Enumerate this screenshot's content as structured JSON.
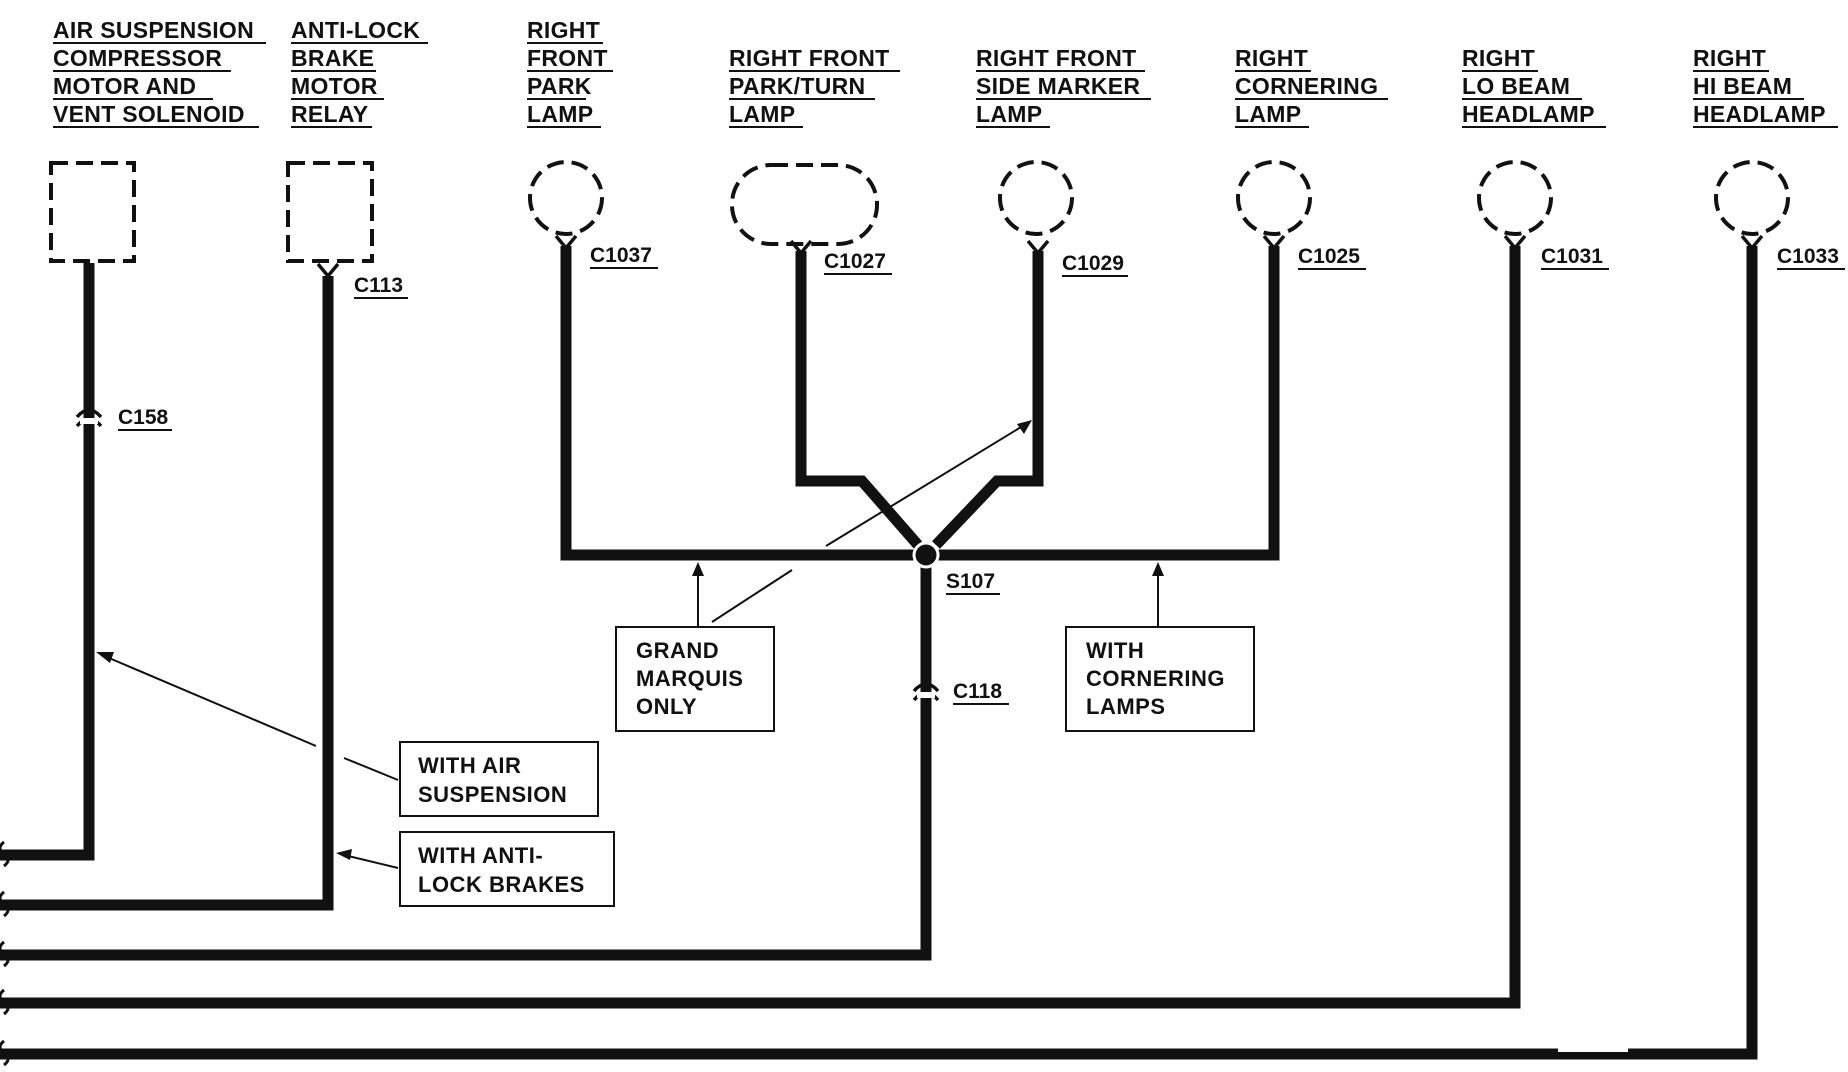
{
  "components": [
    {
      "id": "air-suspension",
      "lines": [
        "AIR SUSPENSION",
        "COMPRESSOR",
        "MOTOR AND",
        "VENT SOLENOID"
      ]
    },
    {
      "id": "anti-lock",
      "lines": [
        "ANTI-LOCK",
        "BRAKE",
        "MOTOR",
        "RELAY"
      ]
    },
    {
      "id": "right-front-park",
      "lines": [
        "RIGHT",
        "FRONT",
        "PARK",
        "LAMP"
      ]
    },
    {
      "id": "right-front-park-turn",
      "lines": [
        "RIGHT FRONT",
        "PARK/TURN",
        "LAMP"
      ]
    },
    {
      "id": "right-front-side-marker",
      "lines": [
        "RIGHT FRONT",
        "SIDE MARKER",
        "LAMP"
      ]
    },
    {
      "id": "right-cornering",
      "lines": [
        "RIGHT",
        "CORNERING",
        "LAMP"
      ]
    },
    {
      "id": "right-lo-beam",
      "lines": [
        "RIGHT",
        "LO BEAM",
        "HEADLAMP"
      ]
    },
    {
      "id": "right-hi-beam",
      "lines": [
        "RIGHT",
        "HI BEAM",
        "HEADLAMP"
      ]
    }
  ],
  "connectors": {
    "c158": "C158",
    "c113": "C113",
    "c1037": "C1037",
    "c1027": "C1027",
    "c1029": "C1029",
    "c1025": "C1025",
    "c1031": "C1031",
    "c1033": "C1033",
    "c118": "C118",
    "s107": "S107"
  },
  "notes": {
    "grand_marquis": [
      "GRAND",
      "MARQUIS",
      "ONLY"
    ],
    "cornering": [
      "WITH",
      "CORNERING",
      "LAMPS"
    ],
    "air_suspension": [
      "WITH AIR",
      "SUSPENSION"
    ],
    "anti_lock": [
      "WITH ANTI-",
      "LOCK BRAKES"
    ]
  },
  "colors": {
    "ink": "#111111",
    "paper": "#ffffff"
  }
}
